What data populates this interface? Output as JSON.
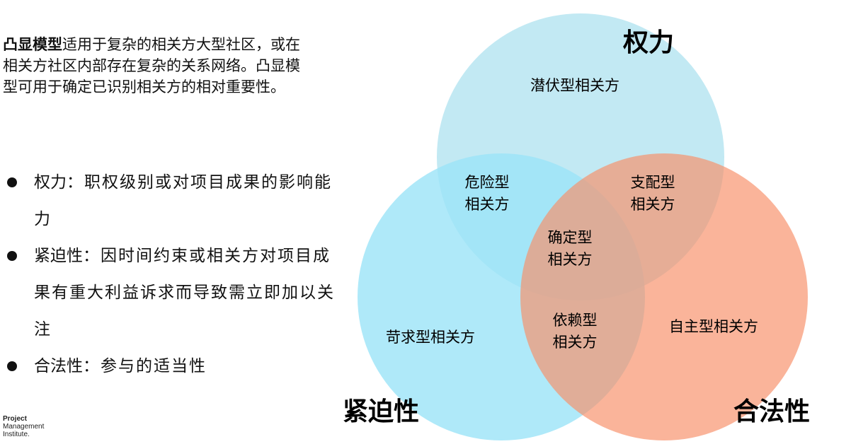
{
  "intro": {
    "bold": "凸显模型",
    "text": "适用于复杂的相关方大型社区，或在相关方社区内部存在复杂的关系网络。凸显模型可用于确定已识别相关方的相对重要性。"
  },
  "bullets": [
    {
      "term": "权力",
      "desc": "：职权级别或对项目成果的影响能力"
    },
    {
      "term": "紧迫性",
      "desc": "：因时间约束或相关方对项目成果有重大利益诉求而导致需立即加以关注"
    },
    {
      "term": "合法性",
      "desc": "：参与的适当性"
    }
  ],
  "logo": {
    "line1": "Project",
    "line2": "Management",
    "line3": "Institute."
  },
  "venn": {
    "circles": [
      {
        "label": "权力",
        "color": "#bfe8f2"
      },
      {
        "label": "紧迫性",
        "color": "#9be4f7"
      },
      {
        "label": "合法性",
        "color": "#f7906a"
      }
    ],
    "regions": {
      "power_only": "潜伏型相关方",
      "power_urgency_1": "危险型",
      "power_urgency_2": "相关方",
      "power_legit_1": "支配型",
      "power_legit_2": "相关方",
      "center_1": "确定型",
      "center_2": "相关方",
      "urgency_legit_1": "依赖型",
      "urgency_legit_2": "相关方",
      "urgency_only": "苛求型相关方",
      "legit_only": "自主型相关方"
    }
  }
}
